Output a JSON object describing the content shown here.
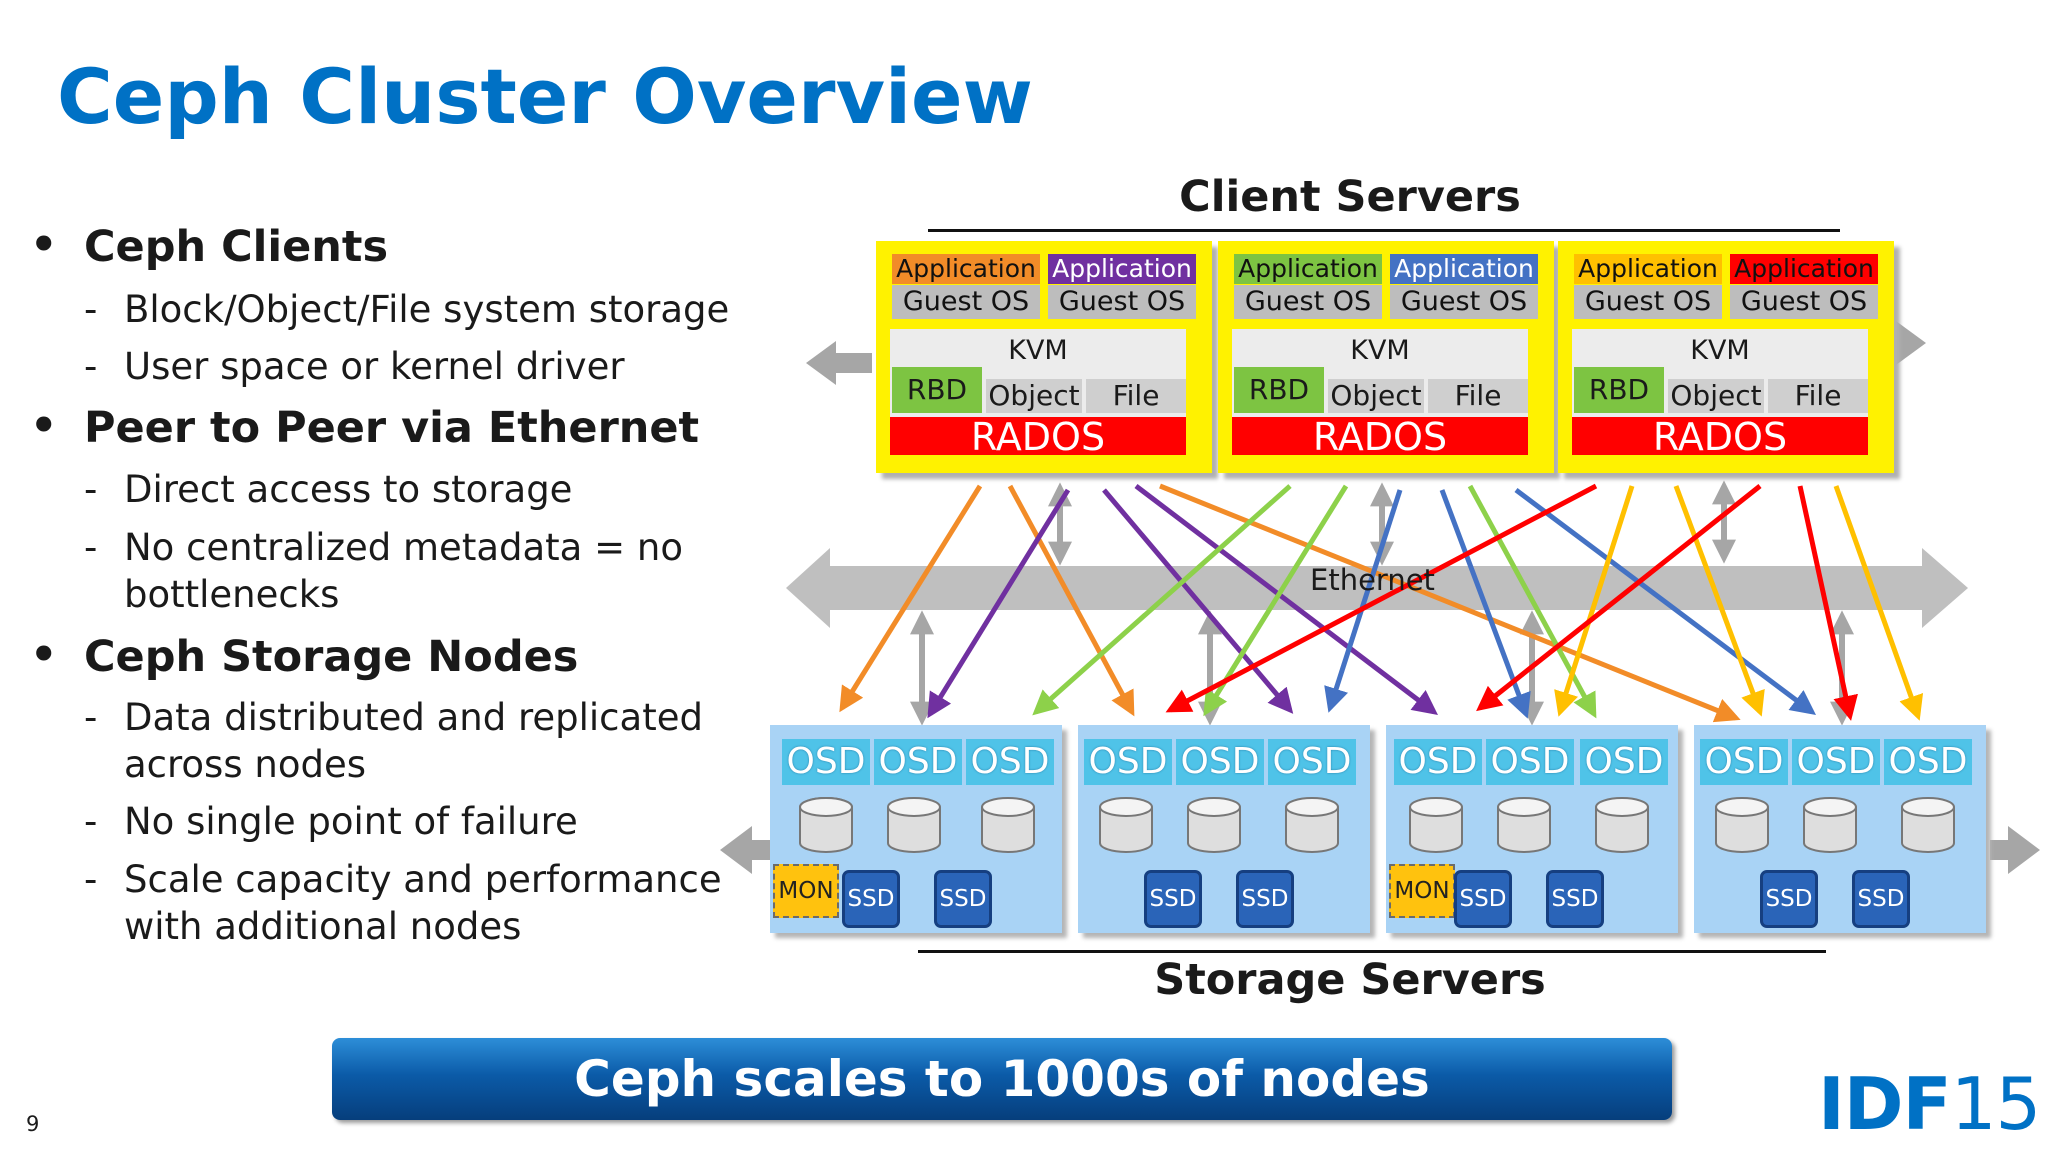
{
  "title": "Ceph Cluster Overview",
  "bullets": [
    {
      "text": "Ceph Clients",
      "subs": [
        "Block/Object/File system storage",
        "User space or kernel driver"
      ]
    },
    {
      "text": "Peer to Peer via Ethernet",
      "subs": [
        "Direct access to storage",
        "No centralized metadata = no",
        "bottlenecks"
      ]
    },
    {
      "text": "Ceph Storage Nodes",
      "subs": [
        "Data distributed and replicated",
        "across nodes",
        "No single point of failure",
        "Scale capacity and performance",
        "with additional nodes"
      ]
    }
  ],
  "client_servers": {
    "heading": "Client Servers",
    "servers": [
      {
        "apps": [
          {
            "label": "Application",
            "color": "#f28c28"
          },
          {
            "label": "Application",
            "color": "#7030a0"
          }
        ]
      },
      {
        "apps": [
          {
            "label": "Application",
            "color": "#7dc442"
          },
          {
            "label": "Application",
            "color": "#4472c4"
          }
        ]
      },
      {
        "apps": [
          {
            "label": "Application",
            "color": "#ffc000"
          },
          {
            "label": "Application",
            "color": "#ff0000"
          }
        ]
      }
    ],
    "guest_os": "Guest OS",
    "kvm": "KVM",
    "rbd": "RBD",
    "object": "Object",
    "file": "File",
    "rados": "RADOS"
  },
  "ethernet": "Ethernet",
  "storage_servers": {
    "heading": "Storage Servers",
    "osd": "OSD",
    "ssd": "SSD",
    "mon": "MON",
    "nodes": [
      {
        "mon": true
      },
      {
        "mon": false
      },
      {
        "mon": true
      },
      {
        "mon": false
      }
    ]
  },
  "banner": "Ceph scales to 1000s of nodes",
  "page_number": "9",
  "logo": {
    "part1": "IDF",
    "part2": "15"
  },
  "colors": {
    "brand_blue": "#0071c5",
    "client_bg": "#fff200",
    "node_bg": "#a9d3f5",
    "rados_red": "#ff0000"
  }
}
